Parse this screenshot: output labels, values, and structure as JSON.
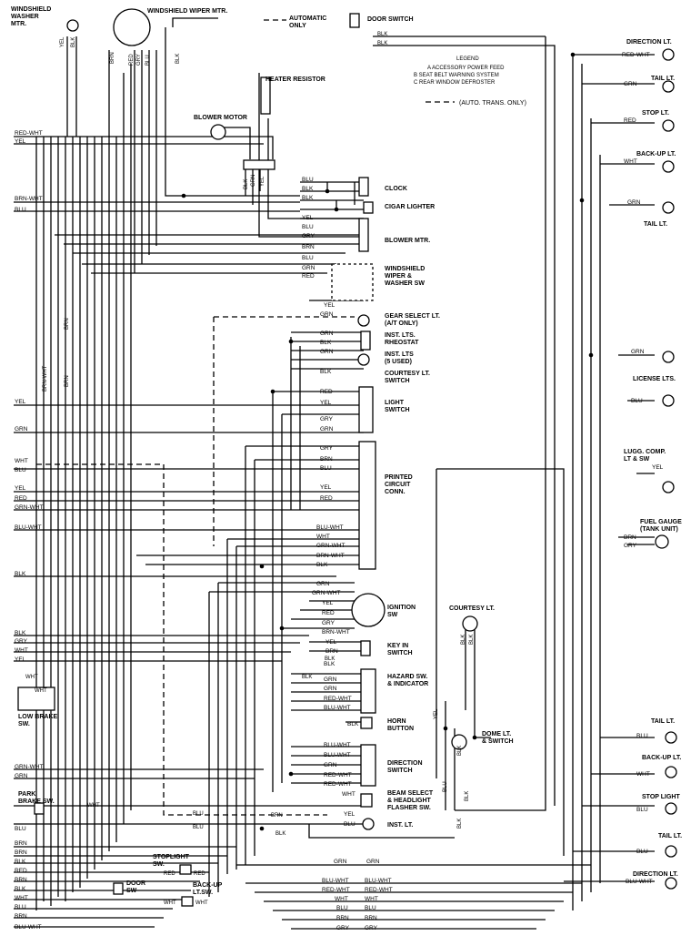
{
  "components": {
    "ws_washer_mtr": "WINDSHIELD\nWASHER\nMTR.",
    "ws_wiper_mtr": "WINDSHIELD WIPER MTR.",
    "heater_resistor": "HEATER RESISTOR",
    "blower_motor": "BLOWER MOTOR",
    "clock": "CLOCK",
    "cigar_lighter": "CIGAR LIGHTER",
    "blower_mtr": "BLOWER MTR.",
    "ws_wiper_washer_sw": "WINDSHIELD\nWIPER &\nWASHER SW",
    "gear_select_lt": "GEAR SELECT LT.\n(A/T ONLY)",
    "inst_lts_rheostat": "INST. LTS.\nRHEOSTAT",
    "inst_lts": "INST. LTS\n(5 USED)",
    "courtesy_lt_switch": "COURTESY LT.\nSWITCH",
    "light_switch": "LIGHT\nSWITCH",
    "printed_circuit_conn": "PRINTED\nCIRCUIT\nCONN.",
    "ignition_sw": "IGNITION\nSW",
    "key_in_switch": "KEY IN\nSWITCH",
    "hazard_sw": "HAZARD SW.\n& INDICATOR",
    "horn_button": "HORN\nBUTTON",
    "direction_switch": "DIRECTION\nSWITCH",
    "beam_select": "BEAM SELECT\n& HEADLIGHT\nFLASHER SW.",
    "inst_lt": "INST. LT.",
    "low_brake_sw": "LOW BRAKE\nSW.",
    "park_brake_sw": "PARK\nBRAKE SW.",
    "stoplight_sw": "STOPLIGHT\nSW.",
    "door_sw_bottom": "DOOR\nSW",
    "backup_lt_sw": "BACK-UP\nLT.SW.",
    "door_switch_top": "DOOR SWITCH",
    "courtesy_lt": "COURTESY LT.",
    "dome_lt": "DOME LT.\n& SWITCH",
    "direction_lt": "DIRECTION LT.",
    "tail_lt_1": "TAIL LT.",
    "stop_lt": "STOP LT.",
    "backup_lt": "BACK-UP LT.",
    "tail_lt_2": "TAIL LT.",
    "license_lts": "LICENSE LTS.",
    "lugg_comp": "LUGG. COMP.\nLT & SW",
    "fuel_gauge": "FUEL GAUGE\n(TANK UNIT)",
    "tail_lt_3": "TAIL LT.",
    "backup_lt_2": "BACK-UP LT.",
    "stop_light_2": "STOP LIGHT",
    "tail_lt_4": "TAIL LT.",
    "direction_lt_2": "DIRECTION LT."
  },
  "legend": {
    "automatic": "AUTOMATIC\nONLY",
    "title": "LEGEND",
    "a": "A  ACCESSORY POWER FEED",
    "b": "B  SEAT BELT WARNING SYSTEM",
    "c": "C  REAR WINDOW DEFROSTER",
    "auto_trans": "(AUTO. TRANS. ONLY)"
  },
  "left_inputs": [
    "RED-WHT",
    "YEL",
    "BRN-WHT",
    "BLU",
    "YEL",
    "GRN",
    "WHT",
    "BLU",
    "YEL",
    "RED",
    "GRN-WHT",
    "BLU-WHT",
    "BLK",
    "BLK",
    "GRY",
    "WHT",
    "YEL",
    "GRN-WHT",
    "GRN",
    "BLU",
    "BRN",
    "BRN",
    "BLK",
    "RED",
    "BRN",
    "BLK",
    "WHT",
    "BLU",
    "BRN",
    "BLU-WHT"
  ],
  "top_wires": [
    "YEL",
    "BLK",
    "BRN",
    "RED",
    "GRY",
    "BLU",
    "BLK"
  ],
  "mid_wires": [
    "BLU",
    "BLK",
    "BLK",
    "YEL",
    "BLU",
    "GRY",
    "BRN",
    "BLU",
    "GRN",
    "RED",
    "YEL",
    "GRN",
    "GRN",
    "BLK",
    "GRN",
    "BLK",
    "RED",
    "YEL",
    "GRY",
    "GRN",
    "GRY",
    "BRN",
    "BLU",
    "YEL",
    "RED",
    "BLU-WHT",
    "WHT",
    "GRN-WHT",
    "BRN-WHT",
    "BLK",
    "GRN",
    "GRN-WHT",
    "YEL",
    "RED",
    "GRY",
    "BRN-WHT",
    "YEL",
    "BRN",
    "BLK",
    "GRN",
    "GRN",
    "RED-WHT",
    "BLU-WHT",
    "BLK",
    "BLU-WHT",
    "BLU-WHT",
    "GRN",
    "RED-WHT",
    "RED-WHT",
    "WHT",
    "YEL",
    "BLU"
  ],
  "harness_wires": [
    "GRN",
    "GRN",
    "BLU-WHT",
    "BLU-WHT",
    "RED-WHT",
    "RED-WHT",
    "WHT",
    "WHT",
    "BLU",
    "BLU",
    "BRN",
    "BRN",
    "GRY",
    "GRY"
  ],
  "right_wires": [
    "RED-WHT",
    "GRN",
    "RED",
    "WHT",
    "GRN",
    "GRN",
    "BLU",
    "YEL",
    "BRN",
    "GRY",
    "BLU",
    "WHT",
    "BLU",
    "BLU",
    "BLU-WHT"
  ],
  "misc_wires": [
    "BLK",
    "BLK",
    "BLK",
    "BLK",
    "BLK",
    "YEL",
    "BLK",
    "BLK",
    "BLU",
    "BLK",
    "BLK",
    "RED",
    "RED",
    "WHT",
    "WHT",
    "WHT",
    "WHT",
    "BLK",
    "BLU",
    "YEL",
    "GRN",
    "BRN",
    "BRN",
    "BRN-WHT",
    "BRN",
    "BLK",
    "BLU",
    "WHT"
  ]
}
